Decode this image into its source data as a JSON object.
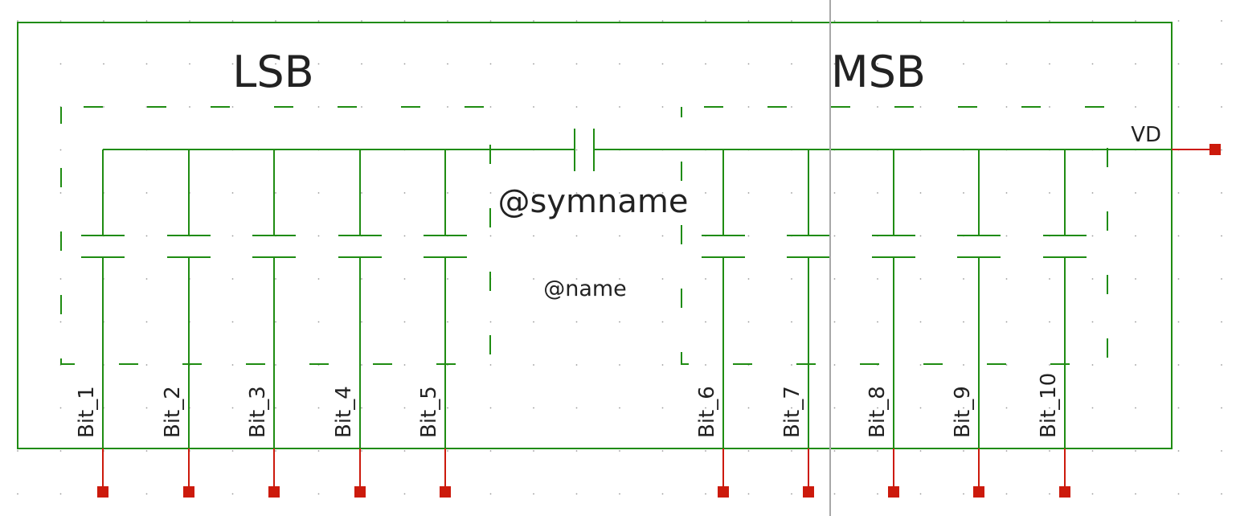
{
  "symbol": {
    "group_labels": {
      "lsb": "LSB",
      "msb": "MSB"
    },
    "symname": "@symname",
    "name": "@name",
    "top_pin": "VD",
    "bit_pins": [
      "Bit_1",
      "Bit_2",
      "Bit_3",
      "Bit_4",
      "Bit_5",
      "Bit_6",
      "Bit_7",
      "Bit_8",
      "Bit_9",
      "Bit_10"
    ]
  },
  "colors": {
    "wire": "#1f8c12",
    "pin": "#cc1a0c",
    "text": "#222222",
    "grid_dot": "#9a9a9a",
    "cursor_line": "#a8a8a8",
    "background": "#ffffff"
  }
}
